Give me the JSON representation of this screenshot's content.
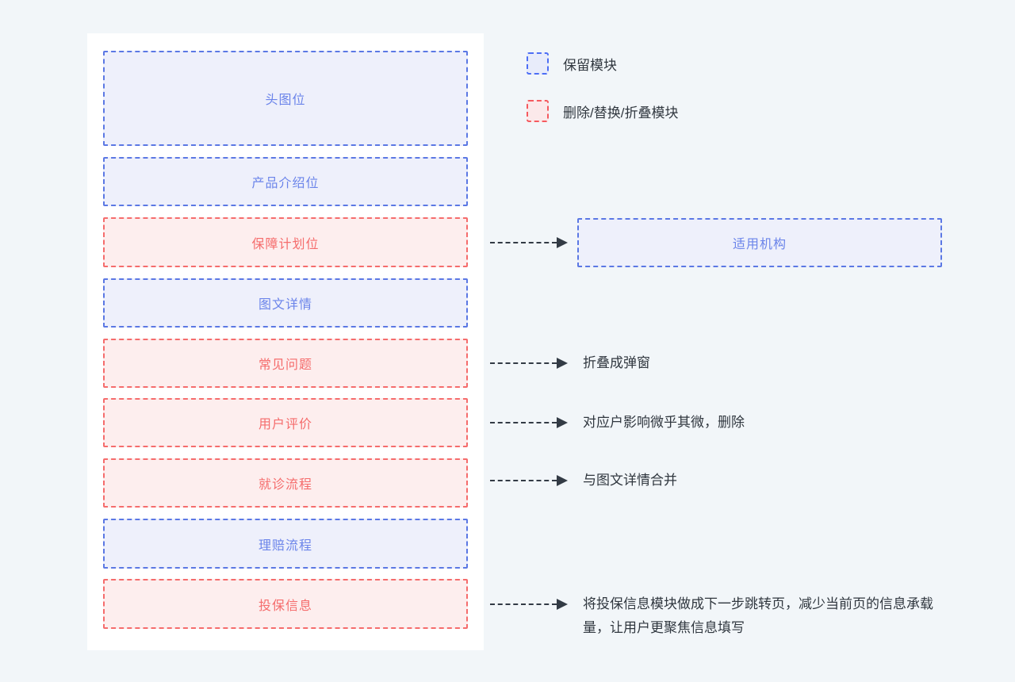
{
  "legend": {
    "items": [
      {
        "type": "keep",
        "label": "保留模块"
      },
      {
        "type": "remove",
        "label": "删除/替换/折叠模块"
      }
    ]
  },
  "modules": [
    {
      "label": "头图位",
      "type": "keep"
    },
    {
      "label": "产品介绍位",
      "type": "keep"
    },
    {
      "label": "保障计划位",
      "type": "remove"
    },
    {
      "label": "图文详情",
      "type": "keep"
    },
    {
      "label": "常见问题",
      "type": "remove"
    },
    {
      "label": "用户评价",
      "type": "remove"
    },
    {
      "label": "就诊流程",
      "type": "remove"
    },
    {
      "label": "理赔流程",
      "type": "keep"
    },
    {
      "label": "投保信息",
      "type": "remove"
    }
  ],
  "replacement": {
    "label": "适用机构",
    "type": "keep"
  },
  "annotations": {
    "coverage_plan": "适用机构",
    "faq": "折叠成弹窗",
    "user_reviews": "对应户影响微乎其微，删除",
    "visit_process": "与图文详情合并",
    "application_info": "将投保信息模块做成下一步跳转页，减少当前页的信息承载量，让用户更聚焦信息填写"
  },
  "colors": {
    "background": "#f2f6f9",
    "panel": "#ffffff",
    "keep_border": "#5b78e4",
    "keep_fill": "#eef0fb",
    "keep_text": "#6b84ea",
    "remove_border": "#f56c6c",
    "remove_fill": "#fdeeee",
    "remove_text": "#f56c6c",
    "arrow": "#333b45",
    "annotation_text": "#30373f"
  }
}
